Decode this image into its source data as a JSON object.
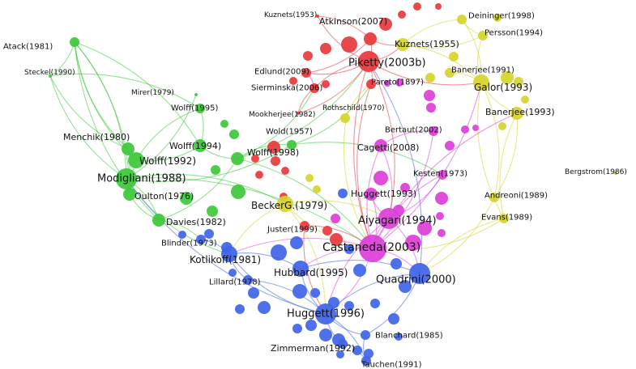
{
  "clusters": {
    "red": "#e8393c",
    "green": "#3dc83a",
    "blue": "#3f64e8",
    "yellow": "#d7d32e",
    "magenta": "#dc3fd8",
    "isolate": "#b8c23a"
  },
  "nodes": [
    {
      "id": "atack1981",
      "label": "Atack(1981)",
      "cluster": "green",
      "weight": 2
    },
    {
      "id": "steckel1990",
      "label": "Steckel(1990)",
      "cluster": "green",
      "weight": 1
    },
    {
      "id": "mirer1979",
      "label": "Mirer(1979)",
      "cluster": "green",
      "weight": 1
    },
    {
      "id": "wolff1995",
      "label": "Wolff(1995)",
      "cluster": "green",
      "weight": 2
    },
    {
      "id": "menchik1980",
      "label": "Menchik(1980)",
      "cluster": "green",
      "weight": 3
    },
    {
      "id": "wolff1994",
      "label": "Wolff(1994)",
      "cluster": "green",
      "weight": 3
    },
    {
      "id": "wolff1992",
      "label": "Wolff(1992)",
      "cluster": "green",
      "weight": 4
    },
    {
      "id": "modigliani1988",
      "label": "Modigliani(1988)",
      "cluster": "green",
      "weight": 5
    },
    {
      "id": "oulton1976",
      "label": "Oulton(1976)",
      "cluster": "green",
      "weight": 3
    },
    {
      "id": "davies1982",
      "label": "Davies(1982)",
      "cluster": "green",
      "weight": 3
    },
    {
      "id": "wolff1998",
      "label": "Wolff(1998)",
      "cluster": "green",
      "weight": 3
    },
    {
      "id": "wold1957",
      "label": "Wold(1957)",
      "cluster": "green",
      "weight": 2
    },
    {
      "id": "kuznets1953",
      "label": "Kuznets(1953)",
      "cluster": "red",
      "weight": 1
    },
    {
      "id": "atkinson2007",
      "label": "Atkinson(2007)",
      "cluster": "red",
      "weight": 3
    },
    {
      "id": "piketty2003b",
      "label": "Piketty(2003b)",
      "cluster": "red",
      "weight": 5
    },
    {
      "id": "edlund2009",
      "label": "Edlund(2009)",
      "cluster": "red",
      "weight": 2
    },
    {
      "id": "sierminska2006",
      "label": "Sierminska(2006)",
      "cluster": "red",
      "weight": 2
    },
    {
      "id": "mookherjee1982",
      "label": "Mookherjee(1982)",
      "cluster": "red",
      "weight": 1
    },
    {
      "id": "pareto1897",
      "label": "Pareto(1897)",
      "cluster": "red",
      "weight": 2
    },
    {
      "id": "juster1999",
      "label": "Juster(1999)",
      "cluster": "red",
      "weight": 2
    },
    {
      "id": "kuznets1955",
      "label": "Kuznets(1955)",
      "cluster": "yellow",
      "weight": 3
    },
    {
      "id": "deininger1998",
      "label": "Deininger(1998)",
      "cluster": "yellow",
      "weight": 2
    },
    {
      "id": "persson1994",
      "label": "Persson(1994)",
      "cluster": "yellow",
      "weight": 2
    },
    {
      "id": "banerjee1991",
      "label": "Banerjee(1991)",
      "cluster": "yellow",
      "weight": 2
    },
    {
      "id": "galor1993",
      "label": "Galor(1993)",
      "cluster": "yellow",
      "weight": 4
    },
    {
      "id": "banerjee1993",
      "label": "Banerjee(1993)",
      "cluster": "yellow",
      "weight": 3
    },
    {
      "id": "rothschild1970",
      "label": "Rothschild(1970)",
      "cluster": "yellow",
      "weight": 1
    },
    {
      "id": "andreoni1989",
      "label": "Andreoni(1989)",
      "cluster": "yellow",
      "weight": 2
    },
    {
      "id": "evans1989",
      "label": "Evans(1989)",
      "cluster": "yellow",
      "weight": 2
    },
    {
      "id": "beckerg1979",
      "label": "BeckerG.(1979)",
      "cluster": "yellow",
      "weight": 4
    },
    {
      "id": "bertaut2002",
      "label": "Bertaut(2002)",
      "cluster": "magenta",
      "weight": 2
    },
    {
      "id": "cagetti2008",
      "label": "Cagetti(2008)",
      "cluster": "magenta",
      "weight": 3
    },
    {
      "id": "kesten1973",
      "label": "Kesten(1973)",
      "cluster": "magenta",
      "weight": 2
    },
    {
      "id": "huggett1993",
      "label": "Huggett(1993)",
      "cluster": "magenta",
      "weight": 3
    },
    {
      "id": "aiyagari1994",
      "label": "Aiyagari(1994)",
      "cluster": "magenta",
      "weight": 5
    },
    {
      "id": "castaneda2003",
      "label": "Castaneda(2003)",
      "cluster": "magenta",
      "weight": 6
    },
    {
      "id": "blinder1973",
      "label": "Blinder(1973)",
      "cluster": "blue",
      "weight": 2
    },
    {
      "id": "kotlikoff1981",
      "label": "Kotlikoff(1981)",
      "cluster": "blue",
      "weight": 4
    },
    {
      "id": "lillard1978",
      "label": "Lillard(1978)",
      "cluster": "blue",
      "weight": 2
    },
    {
      "id": "hubbard1995",
      "label": "Hubbard(1995)",
      "cluster": "blue",
      "weight": 4
    },
    {
      "id": "quadrini2000",
      "label": "Quadrini(2000)",
      "cluster": "blue",
      "weight": 5
    },
    {
      "id": "huggett1996",
      "label": "Huggett(1996)",
      "cluster": "blue",
      "weight": 5
    },
    {
      "id": "blanchard1985",
      "label": "Blanchard(1985)",
      "cluster": "blue",
      "weight": 2
    },
    {
      "id": "zimmerman1992",
      "label": "Zimmerman(1992)",
      "cluster": "blue",
      "weight": 3
    },
    {
      "id": "tauchen1991",
      "label": "Tauchen(1991)",
      "cluster": "blue",
      "weight": 2
    },
    {
      "id": "bergstrom1986",
      "label": "Bergstrom(1986)",
      "cluster": "isolate",
      "weight": 1
    }
  ],
  "links": [
    [
      "atack1981",
      "steckel1990"
    ],
    [
      "atack1981",
      "menchik1980"
    ],
    [
      "atack1981",
      "modigliani1988"
    ],
    [
      "atack1981",
      "wolff1992"
    ],
    [
      "atack1981",
      "wolff1994"
    ],
    [
      "atack1981",
      "davies1982"
    ],
    [
      "atack1981",
      "oulton1976"
    ],
    [
      "steckel1990",
      "modigliani1988"
    ],
    [
      "steckel1990",
      "wolff1995"
    ],
    [
      "steckel1990",
      "menchik1980"
    ],
    [
      "mirer1979",
      "modigliani1988"
    ],
    [
      "wolff1995",
      "wolff1992"
    ],
    [
      "wolff1995",
      "wolff1994"
    ],
    [
      "wolff1992",
      "wolff1994"
    ],
    [
      "wolff1992",
      "modigliani1988"
    ],
    [
      "wolff1994",
      "wolff1998"
    ],
    [
      "menchik1980",
      "modigliani1988"
    ],
    [
      "modigliani1988",
      "oulton1976"
    ],
    [
      "modigliani1988",
      "davies1982"
    ],
    [
      "modigliani1988",
      "kotlikoff1981"
    ],
    [
      "modigliani1988",
      "beckerg1979"
    ],
    [
      "modigliani1988",
      "wold1957"
    ],
    [
      "modigliani1988",
      "castaneda2003"
    ],
    [
      "oulton1976",
      "davies1982"
    ],
    [
      "davies1982",
      "blinder1973"
    ],
    [
      "davies1982",
      "wolff1998"
    ],
    [
      "wolff1998",
      "wold1957"
    ],
    [
      "wolff1998",
      "piketty2003b"
    ],
    [
      "wolff1998",
      "castaneda2003"
    ],
    [
      "wolff1998",
      "sierminska2006"
    ],
    [
      "wold1957",
      "kesten1973"
    ],
    [
      "wold1957",
      "pareto1897"
    ],
    [
      "kuznets1953",
      "atkinson2007"
    ],
    [
      "kuznets1953",
      "piketty2003b"
    ],
    [
      "atkinson2007",
      "piketty2003b"
    ],
    [
      "atkinson2007",
      "kuznets1955"
    ],
    [
      "atkinson2007",
      "edlund2009"
    ],
    [
      "piketty2003b",
      "kuznets1955"
    ],
    [
      "piketty2003b",
      "edlund2009"
    ],
    [
      "piketty2003b",
      "sierminska2006"
    ],
    [
      "piketty2003b",
      "pareto1897"
    ],
    [
      "piketty2003b",
      "castaneda2003"
    ],
    [
      "piketty2003b",
      "aiyagari1994"
    ],
    [
      "piketty2003b",
      "galor1993"
    ],
    [
      "edlund2009",
      "sierminska2006"
    ],
    [
      "mookherjee1982",
      "piketty2003b"
    ],
    [
      "mookherjee1982",
      "sierminska2006"
    ],
    [
      "pareto1897",
      "castaneda2003"
    ],
    [
      "juster1999",
      "castaneda2003"
    ],
    [
      "juster1999",
      "huggett1996"
    ],
    [
      "kuznets1955",
      "deininger1998"
    ],
    [
      "kuznets1955",
      "persson1994"
    ],
    [
      "kuznets1955",
      "galor1993"
    ],
    [
      "deininger1998",
      "persson1994"
    ],
    [
      "deininger1998",
      "galor1993"
    ],
    [
      "persson1994",
      "galor1993"
    ],
    [
      "banerjee1991",
      "galor1993"
    ],
    [
      "galor1993",
      "banerjee1993"
    ],
    [
      "galor1993",
      "andreoni1989"
    ],
    [
      "galor1993",
      "evans1989"
    ],
    [
      "banerjee1993",
      "andreoni1989"
    ],
    [
      "banerjee1993",
      "evans1989"
    ],
    [
      "andreoni1989",
      "quadrini2000"
    ],
    [
      "evans1989",
      "quadrini2000"
    ],
    [
      "evans1989",
      "castaneda2003"
    ],
    [
      "rothschild1970",
      "castaneda2003"
    ],
    [
      "rothschild1970",
      "pareto1897"
    ],
    [
      "beckerg1979",
      "castaneda2003"
    ],
    [
      "beckerg1979",
      "aiyagari1994"
    ],
    [
      "beckerg1979",
      "kotlikoff1981"
    ],
    [
      "beckerg1979",
      "huggett1996"
    ],
    [
      "bertaut2002",
      "cagetti2008"
    ],
    [
      "bertaut2002",
      "castaneda2003"
    ],
    [
      "cagetti2008",
      "castaneda2003"
    ],
    [
      "cagetti2008",
      "aiyagari1994"
    ],
    [
      "kesten1973",
      "castaneda2003"
    ],
    [
      "kesten1973",
      "aiyagari1994"
    ],
    [
      "huggett1993",
      "aiyagari1994"
    ],
    [
      "huggett1993",
      "castaneda2003"
    ],
    [
      "aiyagari1994",
      "castaneda2003"
    ],
    [
      "aiyagari1994",
      "quadrini2000"
    ],
    [
      "aiyagari1994",
      "huggett1996"
    ],
    [
      "castaneda2003",
      "quadrini2000"
    ],
    [
      "castaneda2003",
      "hubbard1995"
    ],
    [
      "castaneda2003",
      "huggett1996"
    ],
    [
      "castaneda2003",
      "kotlikoff1981"
    ],
    [
      "castaneda2003",
      "banerjee1993"
    ],
    [
      "castaneda2003",
      "galor1993"
    ],
    [
      "blinder1973",
      "kotlikoff1981"
    ],
    [
      "kotlikoff1981",
      "lillard1978"
    ],
    [
      "kotlikoff1981",
      "hubbard1995"
    ],
    [
      "kotlikoff1981",
      "huggett1996"
    ],
    [
      "lillard1978",
      "huggett1996"
    ],
    [
      "hubbard1995",
      "huggett1996"
    ],
    [
      "hubbard1995",
      "quadrini2000"
    ],
    [
      "quadrini2000",
      "huggett1996"
    ],
    [
      "quadrini2000",
      "blanchard1985"
    ],
    [
      "huggett1996",
      "zimmerman1992"
    ],
    [
      "huggett1996",
      "tauchen1991"
    ],
    [
      "huggett1996",
      "blanchard1985"
    ],
    [
      "zimmerman1992",
      "tauchen1991"
    ],
    [
      "blanchard1985",
      "tauchen1991"
    ],
    [
      "huggett1996",
      "modigliani1988"
    ],
    [
      "quadrini2000",
      "piketty2003b"
    ]
  ]
}
